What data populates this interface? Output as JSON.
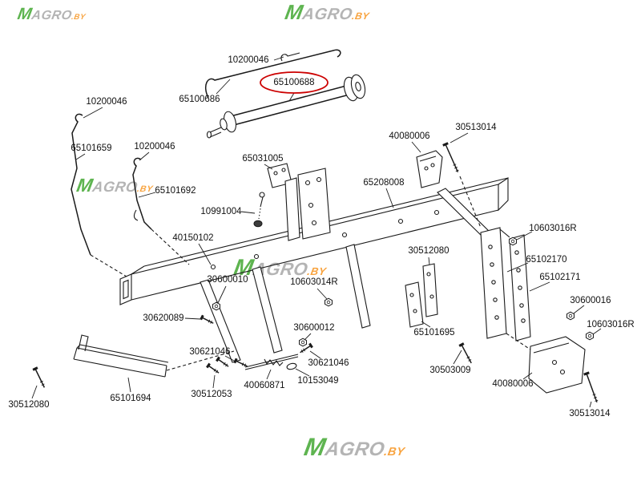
{
  "watermark": {
    "m": "M",
    "agro": "AGRO",
    "by": ".BY"
  },
  "highlight": {
    "part": "65100688",
    "color": "#cc0000"
  },
  "labels": [
    {
      "text": "10200046"
    },
    {
      "text": "65100686"
    },
    {
      "text": "65100688"
    },
    {
      "text": "10200046"
    },
    {
      "text": "65101659"
    },
    {
      "text": "10200046"
    },
    {
      "text": "65101692"
    },
    {
      "text": "65031005"
    },
    {
      "text": "10991004"
    },
    {
      "text": "40080006"
    },
    {
      "text": "30513014"
    },
    {
      "text": "65208008"
    },
    {
      "text": "10603016R"
    },
    {
      "text": "40150102"
    },
    {
      "text": "30512080"
    },
    {
      "text": "65102170"
    },
    {
      "text": "65102171"
    },
    {
      "text": "30600010"
    },
    {
      "text": "10603014R"
    },
    {
      "text": "30600016"
    },
    {
      "text": "10603016R"
    },
    {
      "text": "30620089"
    },
    {
      "text": "65101695"
    },
    {
      "text": "30600012"
    },
    {
      "text": "30621046"
    },
    {
      "text": "30621046"
    },
    {
      "text": "10153049"
    },
    {
      "text": "40060871"
    },
    {
      "text": "30503009"
    },
    {
      "text": "40080006"
    },
    {
      "text": "30512080"
    },
    {
      "text": "65101694"
    },
    {
      "text": "30512053"
    },
    {
      "text": "30513014"
    }
  ]
}
